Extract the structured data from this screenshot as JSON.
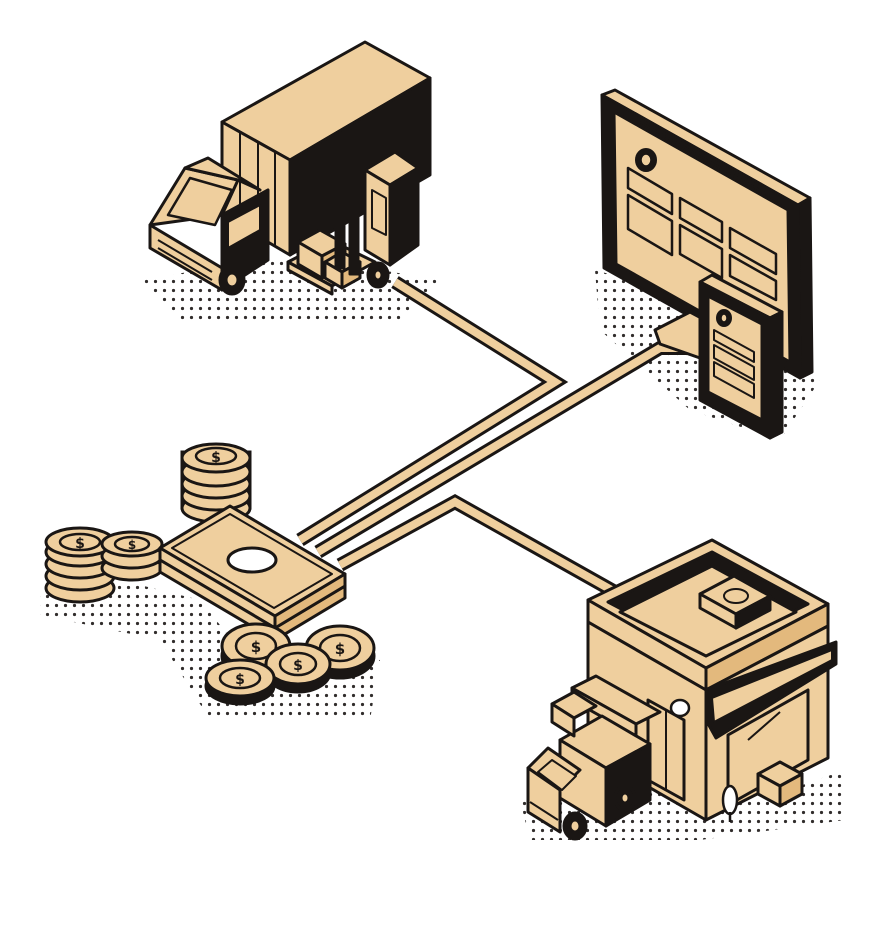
{
  "palette": {
    "fill": "#efcf9e",
    "fill_dark": "#e3b97d",
    "ink": "#1a1614",
    "paper": "#ffffff",
    "dot": "#1a1614"
  },
  "nodes": [
    {
      "id": "logistics",
      "icon": "truck-forklift-icon"
    },
    {
      "id": "ecommerce",
      "icon": "monitor-tablet-icon"
    },
    {
      "id": "payment",
      "icon": "money-coins-icon"
    },
    {
      "id": "retail",
      "icon": "store-delivery-van-icon"
    }
  ],
  "connections": [
    {
      "from": "payment",
      "to": "logistics"
    },
    {
      "from": "payment",
      "to": "ecommerce"
    },
    {
      "from": "payment",
      "to": "retail"
    }
  ],
  "currency_symbol": "$"
}
